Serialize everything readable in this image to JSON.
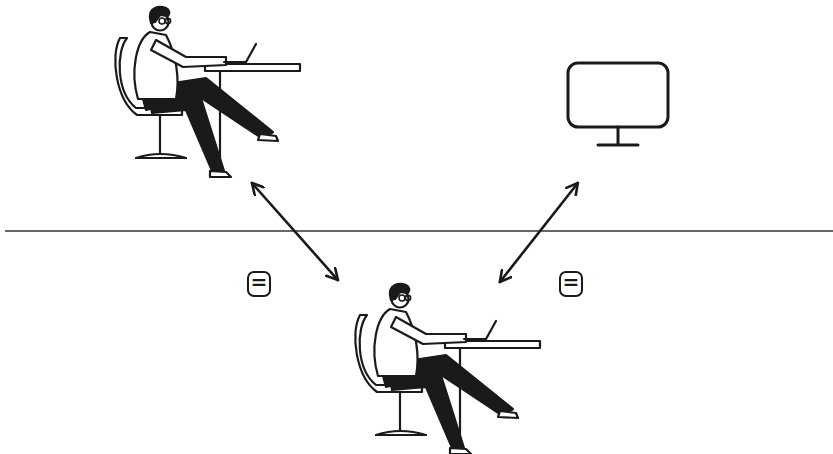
{
  "diagram": {
    "nodes": [
      {
        "text": []
      },
      {
        "text": []
      },
      {
        "text": []
      }
    ],
    "edges": [
      {
        "from": 0,
        "to": 2,
        "arrow": "both",
        "label": "="
      },
      {
        "from": 1,
        "to": 2,
        "arrow": "both",
        "label": "="
      }
    ]
  }
}
